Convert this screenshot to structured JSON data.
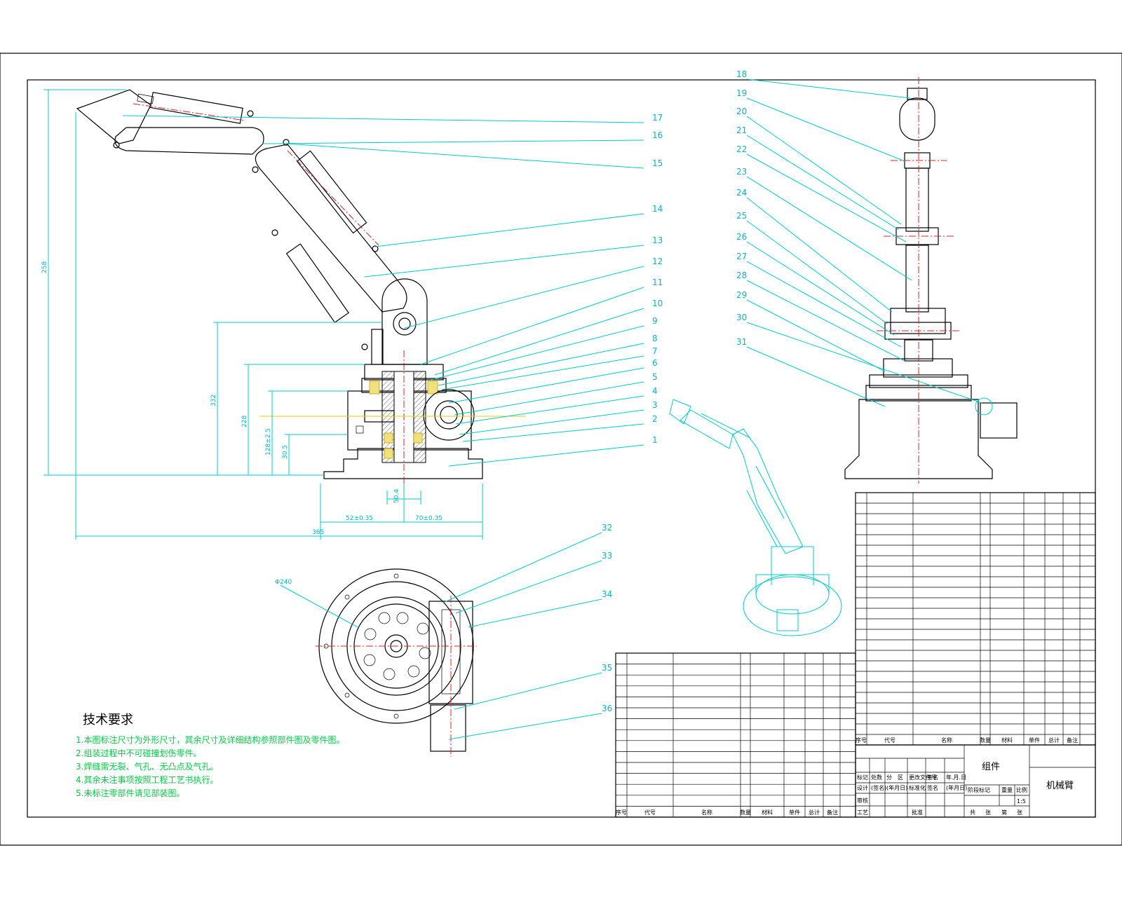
{
  "balloons_left": [
    "17",
    "16",
    "15",
    "14",
    "13",
    "12",
    "11",
    "10",
    "9",
    "8",
    "7",
    "6",
    "5",
    "4",
    "3",
    "2",
    "1"
  ],
  "balloons_right": [
    "18",
    "19",
    "20",
    "21",
    "22",
    "23",
    "24",
    "25",
    "26",
    "27",
    "28",
    "29",
    "30",
    "31"
  ],
  "balloons_bottom": [
    "32",
    "33",
    "34",
    "35",
    "36"
  ],
  "dims": {
    "d1": "258",
    "d2": "332",
    "d3": "228",
    "d4": "128±2.5",
    "d5": "30.5",
    "d6": "50.4",
    "d7": "52±0.35",
    "d8": "70±0.35",
    "d9": "365",
    "d10": "Φ240"
  },
  "tech": {
    "heading": "技术要求",
    "lines": [
      "1.本图标注尺寸为外形尺寸，其余尺寸及详细结构参照部件图及零件图。",
      "2.组装过程中不可碰撞划伤零件。",
      "3.焊缝需无裂、气孔、无凸点及气孔。",
      "4.其余未注事项按照工程工艺书执行。",
      "5.未标注零部件请见部装图。"
    ]
  },
  "title_block": {
    "part_label": "组件",
    "drawing_name": "机械臂",
    "scale_label": "比例",
    "scale": "1:5",
    "weight_label": "重量",
    "stage_label": "阶段标记",
    "row1": [
      "标记",
      "处数",
      "分",
      "区",
      "更改文件号",
      "签名",
      "年.月.日"
    ],
    "row2": [
      "设计",
      "(签名)",
      "(年月日)",
      "标准化",
      "签名",
      "(年月日)"
    ],
    "review": "审核",
    "process": "工艺",
    "approve": "批准",
    "sheets": [
      "共",
      "张",
      "第",
      "张"
    ]
  },
  "bom_footer": [
    "序号",
    "代号",
    "名称",
    "数量",
    "材料",
    "单件",
    "总计",
    "备注"
  ]
}
